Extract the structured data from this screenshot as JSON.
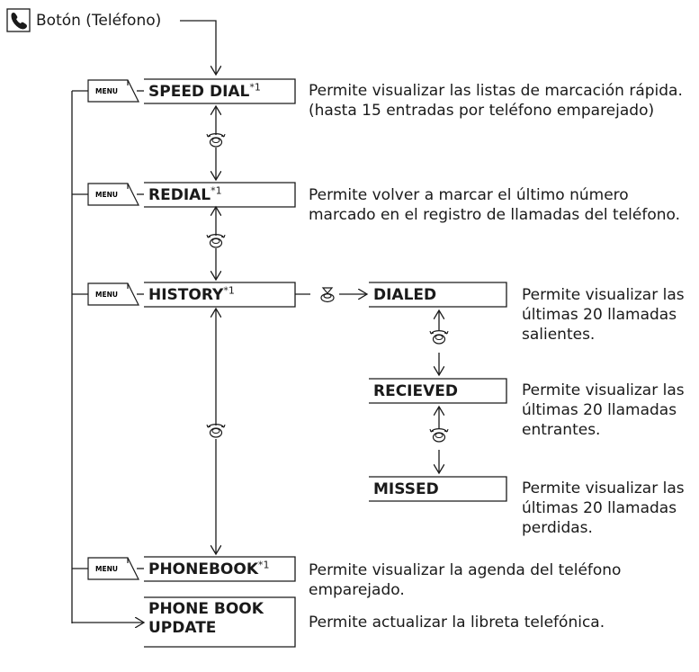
{
  "header": {
    "label": "Botón (Teléfono)",
    "icon": "phone-icon"
  },
  "menu_tag": "MENU",
  "footnote_marker": "*1",
  "items": [
    {
      "name": "speed-dial",
      "label": "SPEED DIAL",
      "desc": [
        "Permite visualizar las listas de marcación rápida.",
        "(hasta 15 entradas por teléfono emparejado)"
      ]
    },
    {
      "name": "redial",
      "label": "REDIAL",
      "desc": [
        "Permite volver a marcar el último número",
        "marcado en el registro de llamadas del teléfono."
      ]
    },
    {
      "name": "history",
      "label": "HISTORY",
      "desc": []
    },
    {
      "name": "phonebook",
      "label": "PHONEBOOK",
      "desc": [
        "Permite visualizar la agenda del teléfono",
        "emparejado."
      ]
    },
    {
      "name": "phone-book-update",
      "label": [
        "PHONE BOOK",
        "UPDATE"
      ],
      "desc": [
        "Permite actualizar la libreta telefónica."
      ]
    }
  ],
  "history_items": [
    {
      "name": "dialed",
      "label": "DIALED",
      "desc": [
        "Permite visualizar las",
        "últimas 20 llamadas",
        "salientes."
      ]
    },
    {
      "name": "received",
      "label": "RECIEVED",
      "desc": [
        "Permite visualizar las",
        "últimas 20 llamadas",
        "entrantes."
      ]
    },
    {
      "name": "missed",
      "label": "MISSED",
      "desc": [
        "Permite visualizar las",
        "últimas 20 llamadas",
        "perdidas."
      ]
    }
  ],
  "icons": {
    "rotate": "rotate-knob-icon",
    "press": "press-knob-icon"
  }
}
